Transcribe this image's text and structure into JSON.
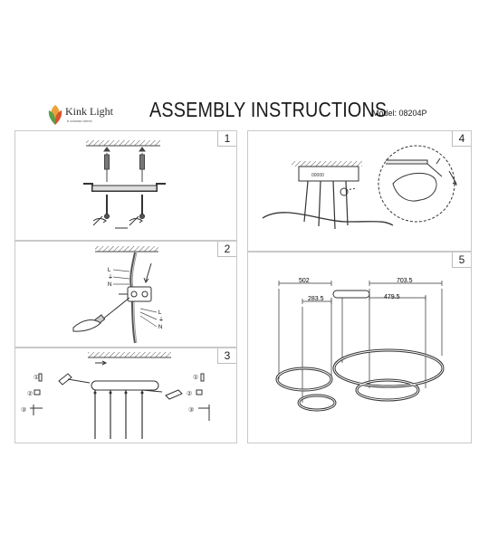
{
  "header": {
    "brand": "Kink Light",
    "brand_tagline": "в сиянии света",
    "title": "ASSEMBLY INSTRUCTIONS",
    "model": "Model: 08204P"
  },
  "steps": [
    {
      "number": "1"
    },
    {
      "number": "2",
      "labels": {
        "l": "L",
        "ground": "⏚",
        "n": "N"
      }
    },
    {
      "number": "3",
      "markers": [
        "①",
        "②",
        "③"
      ]
    },
    {
      "number": "4"
    },
    {
      "number": "5",
      "dimensions": {
        "d1": "502",
        "d2": "283.5",
        "d3": "703.5",
        "d4": "479.5"
      }
    }
  ],
  "colors": {
    "line": "#3a3a3a",
    "border": "#c9c9c9",
    "fixture": "#333333"
  },
  "icons": [
    "logo-icon",
    "ceiling-hatch",
    "mounting-bracket-icon",
    "screw-icon",
    "screwdriver-icon",
    "hand-icon",
    "terminal-block-icon",
    "led-ring-icon"
  ]
}
